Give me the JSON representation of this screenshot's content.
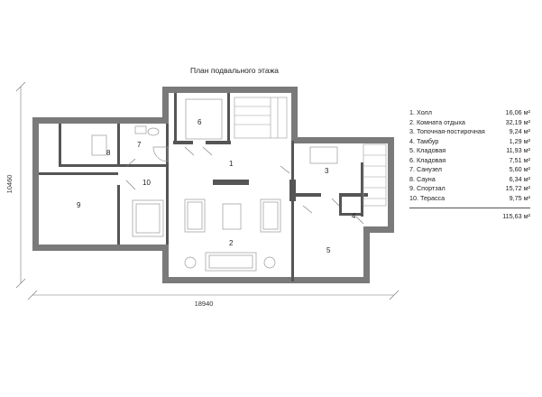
{
  "plan_title": "План подвального этажа",
  "dimensions": {
    "width": "18940",
    "height": "10460"
  },
  "rooms": [
    {
      "num": "1",
      "label": "1. Холл",
      "area": "16,06 м²"
    },
    {
      "num": "2",
      "label": "2. Комната отдыха",
      "area": "32,19 м²"
    },
    {
      "num": "3",
      "label": "3. Топочная-постирочная",
      "area": "9,24 м²"
    },
    {
      "num": "4",
      "label": "4. Тамбур",
      "area": "1,29 м²"
    },
    {
      "num": "5",
      "label": "5. Кладовая",
      "area": "11,93 м²"
    },
    {
      "num": "6",
      "label": "6. Кладовая",
      "area": "7,51 м²"
    },
    {
      "num": "7",
      "label": "7. Санузел",
      "area": "5,60 м²"
    },
    {
      "num": "8",
      "label": "8. Сауна",
      "area": "6,34 м²"
    },
    {
      "num": "9",
      "label": "9. Спортзал",
      "area": "15,72 м²"
    },
    {
      "num": "10",
      "label": "10. Терасса",
      "area": "9,75 м²"
    }
  ],
  "total_area": "115,63 м²"
}
